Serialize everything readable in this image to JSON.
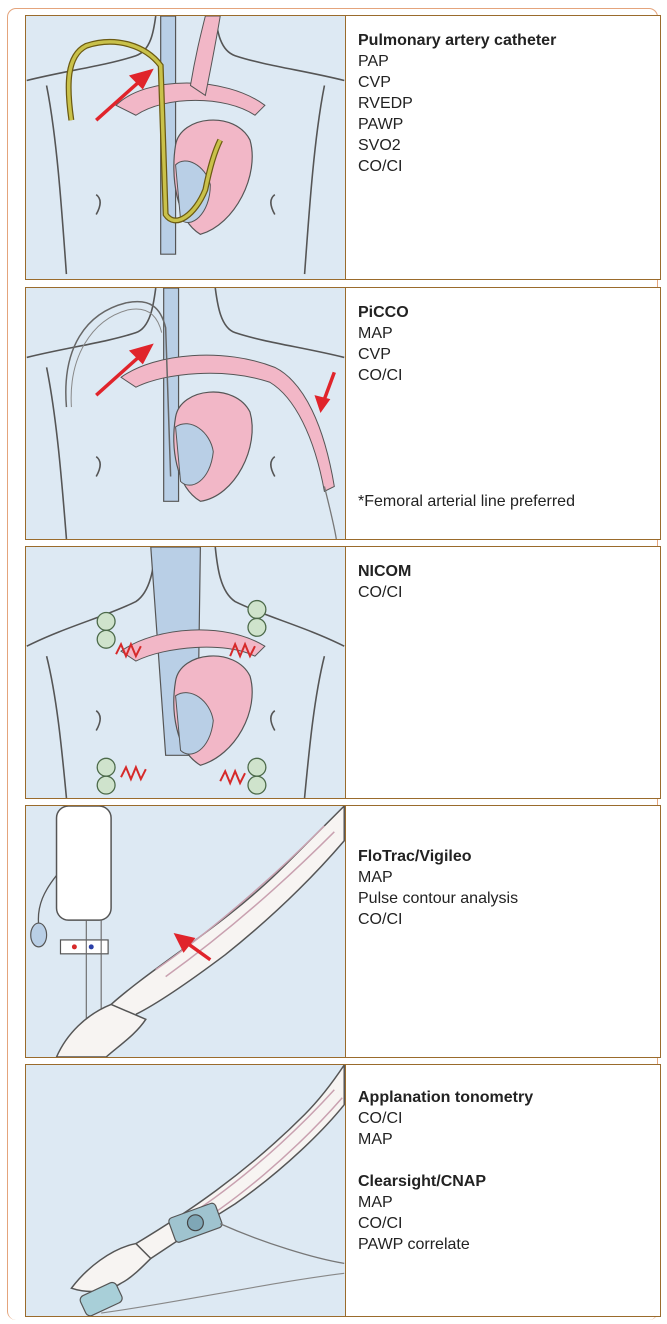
{
  "panels": [
    {
      "title": "Pulmonary artery catheter",
      "items": [
        "PAP",
        "CVP",
        "RVEDP",
        "PAWP",
        "SVO2",
        "CO/CI"
      ]
    },
    {
      "title": "PiCCO",
      "items": [
        "MAP",
        "CVP",
        "CO/CI"
      ],
      "note": "*Femoral arterial line preferred"
    },
    {
      "title": "NICOM",
      "items": [
        "CO/CI"
      ]
    },
    {
      "title": "FloTrac/Vigileo",
      "items": [
        "MAP",
        "Pulse contour analysis",
        "CO/CI"
      ]
    },
    {
      "title": "Applanation tonometry",
      "items": [
        "CO/CI",
        "MAP"
      ],
      "title2": "Clearsight/CNAP",
      "items2": [
        "MAP",
        "CO/CI",
        "PAWP correlate"
      ]
    }
  ],
  "colors": {
    "frame": "#e4a47c",
    "panel_border": "#9a6b2c",
    "image_bg": "#dde9f3",
    "pink_vessel": "#f2b7c7",
    "blue_vessel": "#b9cfe6",
    "catheter": "#b5a83a",
    "electrode": "#cfe3cc",
    "arrow": "#e0242b"
  }
}
